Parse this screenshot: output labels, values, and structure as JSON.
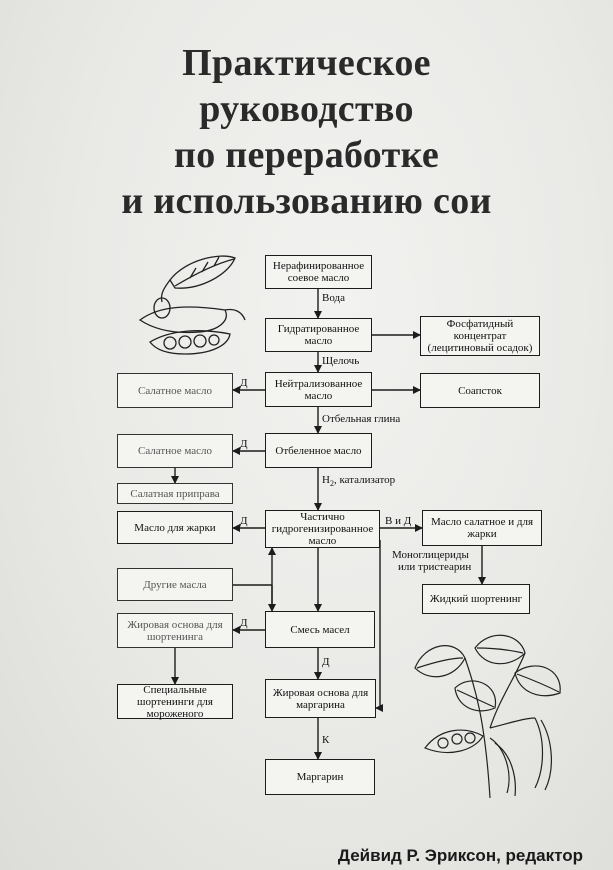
{
  "title": {
    "line1": "Практическое",
    "line2": "руководство",
    "line3": "по переработке",
    "line4": "и использованию сои"
  },
  "author": "Дейвид Р. Эриксон, редактор",
  "flowchart": {
    "boxes": {
      "crude_oil": "Нерафинированное соевое масло",
      "hydrated_oil": "Гидратированное масло",
      "phosphatide": "Фосфатидный концентрат (лецитиновый осадок)",
      "neutralized_oil": "Нейтрализованное масло",
      "soapstock": "Соапсток",
      "salad_oil_1": "Салатное масло",
      "bleached_oil": "Отбеленное масло",
      "salad_oil_2": "Салатное масло",
      "salad_dressing": "Салатная приправа",
      "partial_hydro": "Частично гидрогенизированное масло",
      "frying_oil": "Масло для жарки",
      "salad_frying_oil": "Масло салатное и для жарки",
      "liquid_shortening": "Жидкий шортенинг",
      "other_oils": "Другие масла",
      "oil_blend": "Смесь масел",
      "shortening_base": "Жировая основа для шортенинга",
      "margarine_base": "Жировая основа для маргарина",
      "special_shortenings": "Специальные шортенинги для мороженого",
      "margarine": "Маргарин"
    },
    "labels": {
      "water": "Вода",
      "alkali": "Щелочь",
      "bleaching_clay": "Отбельная глина",
      "catalyst_prefix": "H",
      "catalyst_sub": "2",
      "catalyst_suffix": ", катализатор",
      "d1": "Д",
      "d2": "Д",
      "d3": "Д",
      "d4": "Д",
      "d5": "Д",
      "v_i_d": "В и Д",
      "monoglycerides": "Моноглицериды",
      "or_tristearin": "или тристеарин",
      "k": "К"
    }
  }
}
